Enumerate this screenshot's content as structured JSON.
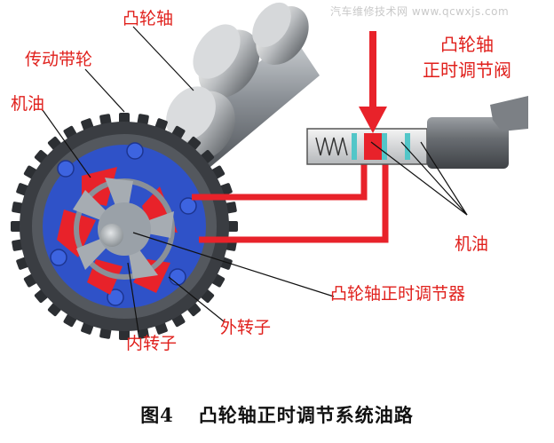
{
  "watermark": "汽车维修技术网 www.qcwxjs.com",
  "labels": {
    "camshaft": "凸轮轴",
    "drive_pulley": "传动带轮",
    "engine_oil_left": "机油",
    "valve_line1": "凸轮轴",
    "valve_line2": "正时调节阀",
    "engine_oil_right": "机油",
    "regulator": "凸轮轴正时调节器",
    "outer_rotor": "外转子",
    "inner_rotor": "内转子"
  },
  "caption": {
    "number": "图4",
    "title": "凸轮轴正时调节系统油路"
  },
  "colors": {
    "label_red": "#e0201c",
    "oil_red": "#e8222a",
    "housing_blue": "#2f52c8",
    "gear_gray": "#3a3d42",
    "rotor_gray": "#9aa1a8",
    "valve_body": "#6f7378"
  }
}
